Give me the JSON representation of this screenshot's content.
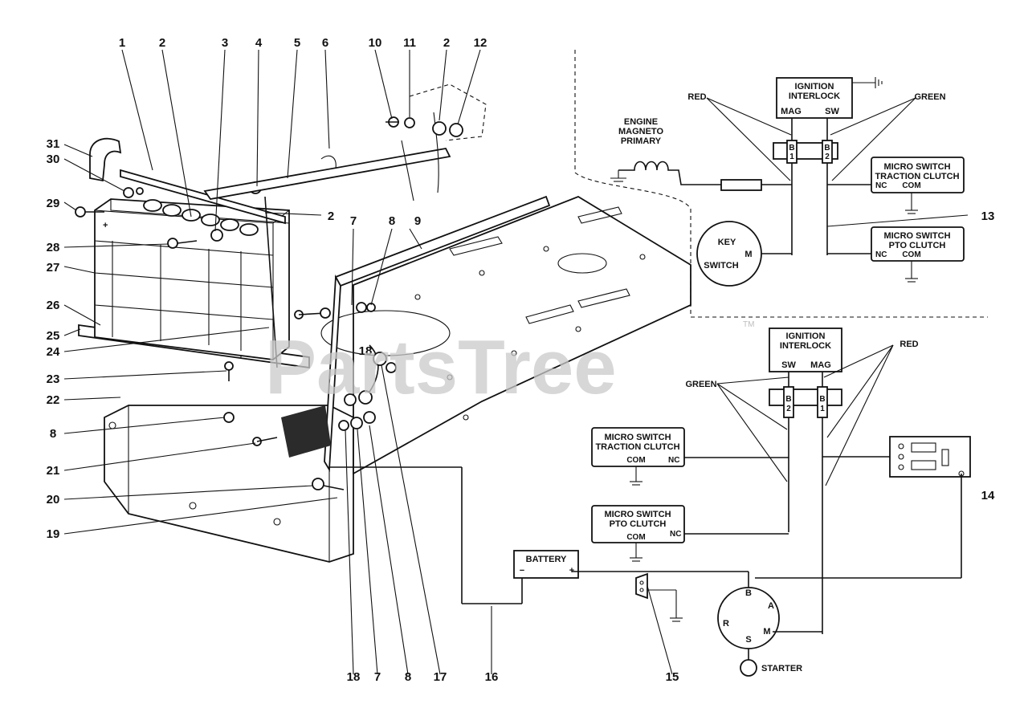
{
  "callouts": [
    "1",
    "2",
    "3",
    "4",
    "5",
    "6",
    "10",
    "11",
    "2",
    "12",
    "31",
    "30",
    "29",
    "28",
    "27",
    "26",
    "25",
    "24",
    "23",
    "22",
    "8",
    "21",
    "20",
    "19",
    "2",
    "7",
    "8",
    "9",
    "18",
    "13",
    "14",
    "18",
    "7",
    "8",
    "17",
    "16",
    "15"
  ],
  "watermark": {
    "text": "PartsTree",
    "tm": "TM"
  },
  "top_circuit": {
    "interlock_title_1": "IGNITION",
    "interlock_title_2": "INTERLOCK",
    "mag": "MAG",
    "sw": "SW",
    "red": "RED",
    "green": "GREEN",
    "magneto_1": "ENGINE",
    "magneto_2": "MAGNETO",
    "magneto_3": "PRIMARY",
    "key": "KEY",
    "switch": "SWITCH",
    "m": "M",
    "block_b1": "B",
    "block_n1": "1",
    "block_b2": "B",
    "block_n2": "2",
    "traction_1": "MICRO SWITCH",
    "traction_2": "TRACTION CLUTCH",
    "pto_1": "MICRO SWITCH",
    "pto_2": "PTO CLUTCH",
    "nc": "NC",
    "com": "COM"
  },
  "bottom_circuit": {
    "interlock_title_1": "IGNITION",
    "interlock_title_2": "INTERLOCK",
    "sw": "SW",
    "mag": "MAG",
    "green": "GREEN",
    "red": "RED",
    "block_b1": "B",
    "block_n1": "2",
    "block_b2": "B",
    "block_n2": "1",
    "traction_1": "MICRO SWITCH",
    "traction_2": "TRACTION CLUTCH",
    "pto_1": "MICRO SWITCH",
    "pto_2": "PTO CLUTCH",
    "nc": "NC",
    "com": "COM",
    "battery": "BATTERY",
    "neg": "−",
    "pos": "+",
    "sol_b": "B",
    "sol_a": "A",
    "sol_r": "R",
    "sol_m": "M",
    "sol_s": "S",
    "starter": "STARTER"
  }
}
